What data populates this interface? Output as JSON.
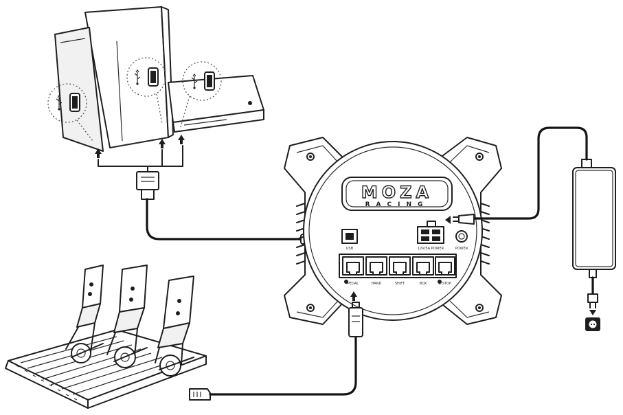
{
  "base": {
    "brand_top": "MOZA",
    "brand_bottom": "RACING",
    "ports": [
      "PEDAL",
      "HAND",
      "SHIFT",
      "BOX",
      "E-STOP"
    ],
    "label_usb": "USB",
    "label_power_in": "12V/5A POWER",
    "label_power_btn": "POWER"
  },
  "icons": {
    "usb": "usb-icon",
    "arrow": "arrow-up-icon",
    "outlet": "power-outlet-icon"
  }
}
